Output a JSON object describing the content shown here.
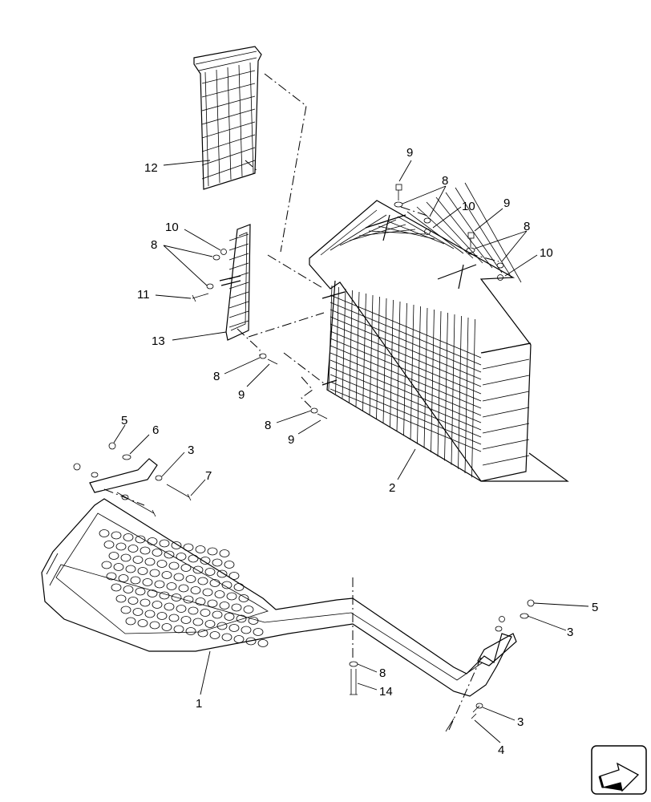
{
  "callouts": [
    {
      "id": "c12a",
      "text": "12"
    },
    {
      "id": "c9a",
      "text": "9"
    },
    {
      "id": "c8a",
      "text": "8"
    },
    {
      "id": "c10a",
      "text": "10"
    },
    {
      "id": "c9b",
      "text": "9"
    },
    {
      "id": "c8b",
      "text": "8"
    },
    {
      "id": "c10b",
      "text": "10"
    },
    {
      "id": "c10c",
      "text": "10"
    },
    {
      "id": "c8c",
      "text": "8"
    },
    {
      "id": "c11",
      "text": "11"
    },
    {
      "id": "c13",
      "text": "13"
    },
    {
      "id": "c8d",
      "text": "8"
    },
    {
      "id": "c9c",
      "text": "9"
    },
    {
      "id": "c8e",
      "text": "8"
    },
    {
      "id": "c9d",
      "text": "9"
    },
    {
      "id": "c5a",
      "text": "5"
    },
    {
      "id": "c6",
      "text": "6"
    },
    {
      "id": "c3a",
      "text": "3"
    },
    {
      "id": "c7",
      "text": "7"
    },
    {
      "id": "c2",
      "text": "2"
    },
    {
      "id": "c5b",
      "text": "5"
    },
    {
      "id": "c3b",
      "text": "3"
    },
    {
      "id": "c8f",
      "text": "8"
    },
    {
      "id": "c14",
      "text": "14"
    },
    {
      "id": "c1",
      "text": "1"
    },
    {
      "id": "c3c",
      "text": "3"
    },
    {
      "id": "c4",
      "text": "4"
    }
  ],
  "nav_icon": "next-page-arrow-icon"
}
